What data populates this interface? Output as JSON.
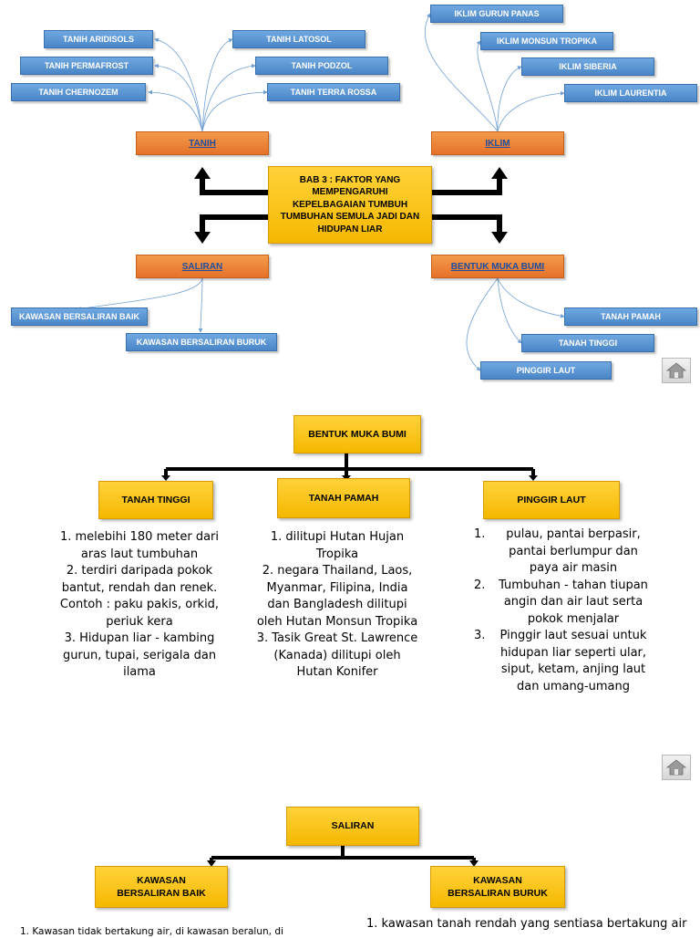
{
  "mindmap": {
    "center": "BAB 3 : FAKTOR YANG MEMPENGARUHI KEPELBAGAIAN TUMBUH TUMBUHAN SEMULA JADI DAN HIDUPAN LIAR",
    "tanih": {
      "label": "TANIH",
      "items": [
        "TANIH ARIDISOLS",
        "TANIH PERMAFROST",
        "TANIH CHERNOZEM",
        "TANIH LATOSOL",
        "TANIH PODZOL",
        "TANIH TERRA ROSSA"
      ]
    },
    "iklim": {
      "label": "IKLIM",
      "items": [
        "IKLIM GURUN PANAS",
        "IKLIM MONSUN TROPIKA",
        "IKLIM SIBERIA",
        "IKLIM LAURENTIA"
      ]
    },
    "saliran": {
      "label": "SALIRAN",
      "items": [
        "KAWASAN BERSALIRAN BAIK",
        "KAWASAN BERSALIRAN BURUK"
      ]
    },
    "bentuk": {
      "label": "BENTUK MUKA BUMI",
      "items": [
        "TANAH PAMAH",
        "TANAH TINGGI",
        "PINGGIR LAUT"
      ]
    }
  },
  "bentuk_section": {
    "title": "BENTUK MUKA BUMI",
    "tanah_tinggi": {
      "label": "TANAH TINGGI",
      "lines": [
        "1. melebihi 180 meter dari aras laut tumbuhan",
        "2. terdiri daripada pokok bantut, rendah dan renek. Contoh : paku pakis, orkid, periuk kera",
        "3. Hidupan liar - kambing gurun, tupai, serigala dan ilama"
      ]
    },
    "tanah_pamah": {
      "label": "TANAH PAMAH",
      "lines": [
        "1. dilitupi Hutan Hujan Tropika",
        "2. negara Thailand, Laos, Myanmar, Filipina, India dan Bangladesh dilitupi oleh Hutan Monsun Tropika",
        "3. Tasik Great St. Lawrence (Kanada) dilitupi oleh Hutan Konifer"
      ]
    },
    "pinggir_laut": {
      "label": "PINGGIR LAUT",
      "items": [
        {
          "num": "1.",
          "text": "pulau, pantai berpasir, pantai berlumpur dan paya air masin"
        },
        {
          "num": "2.",
          "text": "Tumbuhan - tahan tiupan angin dan air laut serta pokok menjalar"
        },
        {
          "num": "3.",
          "text": "Pinggir laut sesuai untuk hidupan liar seperti ular, siput, ketam, anjing laut dan umang-umang"
        }
      ]
    }
  },
  "saliran_section": {
    "title": "SALIRAN",
    "baik": {
      "label": "KAWASAN BERSALIRAN BAIK",
      "line1": "1.   Kawasan tidak bertakung air, di kawasan beralun, di"
    },
    "buruk": {
      "label": "KAWASAN BERSALIRAN BURUK",
      "line1": "1.   kawasan tanah rendah yang sentiasa bertakung air"
    }
  }
}
